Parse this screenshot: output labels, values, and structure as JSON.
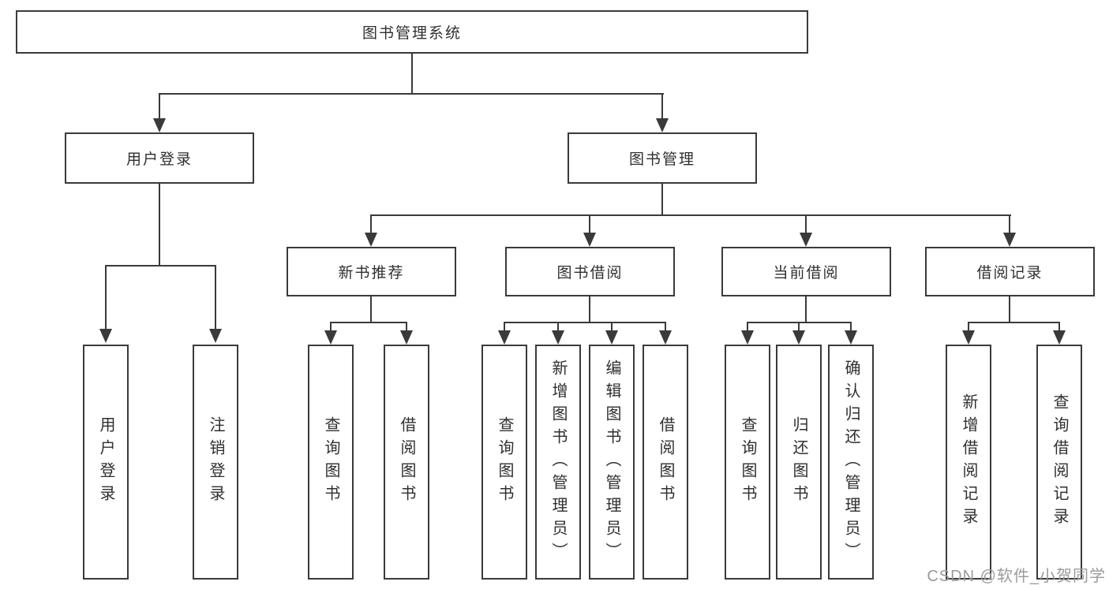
{
  "diagram": {
    "title": "图书管理系统",
    "user_login": {
      "label": "用户登录",
      "children": [
        "用户登录",
        "注销登录"
      ]
    },
    "book_mgmt": {
      "label": "图书管理",
      "sections": [
        {
          "label": "新书推荐",
          "children": [
            "查询图书",
            "借阅图书"
          ]
        },
        {
          "label": "图书借阅",
          "children": [
            "查询图书",
            "新增图书（管理员）",
            "编辑图书（管理员）",
            "借阅图书"
          ]
        },
        {
          "label": "当前借阅",
          "children": [
            "查询图书",
            "归还图书",
            "确认归还（管理员）"
          ]
        },
        {
          "label": "借阅记录",
          "children": [
            "新增借阅记录",
            "查询借阅记录"
          ]
        }
      ]
    }
  },
  "watermark": {
    "text": "CSDN @软件_小贺同学"
  }
}
